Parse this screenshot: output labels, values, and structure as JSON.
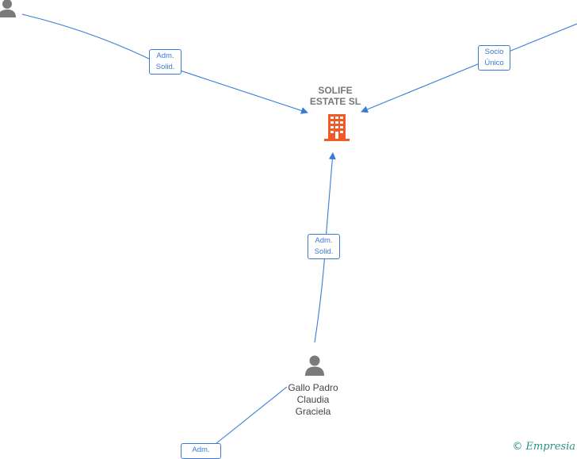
{
  "company": {
    "name_line1": "SOLIFE",
    "name_line2": "ESTATE  SL"
  },
  "people": [
    {
      "name_line1": "Gallo Padro",
      "name_line2": "Claudia",
      "name_line3": "Graciela"
    }
  ],
  "relations": [
    {
      "line1": "Adm.",
      "line2": "Solid."
    },
    {
      "line1": "Socio",
      "line2": "Único"
    },
    {
      "line1": "Adm.",
      "line2": "Solid."
    },
    {
      "line1": "Adm.",
      "line2": ""
    }
  ],
  "colors": {
    "edge": "#3a7bd5",
    "company_icon": "#f05a28",
    "person_icon": "#7a7a7a"
  },
  "brand": {
    "copyright": "©",
    "name": "Empresia"
  }
}
